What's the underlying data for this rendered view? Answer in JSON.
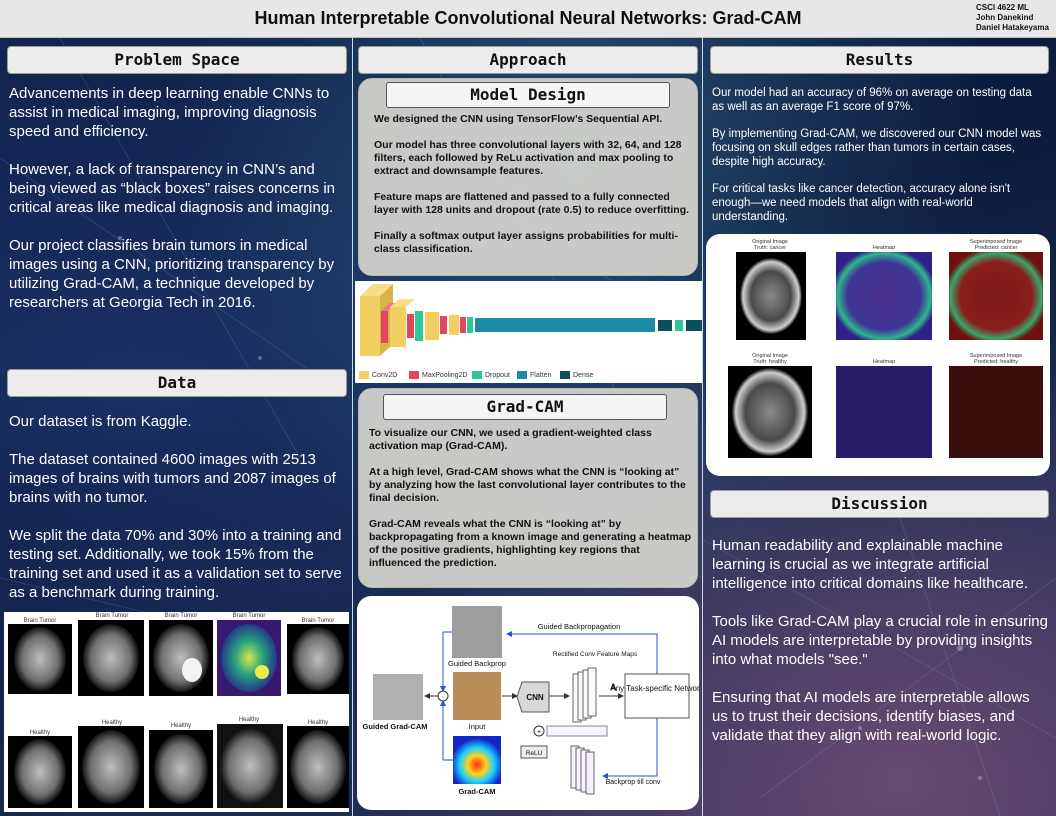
{
  "header": {
    "title": "Human Interpretable Convolutional Neural Networks: Grad-CAM",
    "course": "CSCI 4622 ML",
    "authors": [
      "John Danekind",
      "Daniel Hatakeyama"
    ]
  },
  "problem": {
    "heading": "Problem Space",
    "paragraphs": [
      "Advancements in deep learning enable CNNs to assist in medical imaging, improving diagnosis speed and efficiency.",
      "However, a lack of transparency in CNN’s and being viewed as “black boxes” raises concerns in critical areas like medical diagnosis and imaging.",
      "Our project classifies brain tumors in medical images using a CNN, prioritizing transparency by utilizing Grad-CAM, a technique developed by researchers at Georgia Tech in 2016."
    ]
  },
  "data": {
    "heading": "Data",
    "paragraphs": [
      "Our dataset is from Kaggle.",
      "The dataset contained 4600 images with 2513 images of brains with tumors and 2087 images of brains with no tumor.",
      "We split the data 70% and 30% into a training and testing set. Additionally, we took 15% from the training set and used it as a validation set to serve as a benchmark during training."
    ],
    "tumor_label": "Brain Tumor",
    "healthy_label": "Healthy"
  },
  "approach": {
    "heading": "Approach",
    "model_design": {
      "heading": "Model Design",
      "paragraphs": [
        "We designed the CNN using TensorFlow’s Sequential API.",
        "Our model has three convolutional layers with 32, 64, and 128 filters, each followed by ReLu activation and max pooling to extract and downsample features.",
        "Feature maps are flattened and passed to a fully connected layer with 128 units and dropout (rate 0.5) to reduce overfitting.",
        "Finally a softmax output layer assigns probabilities for multi-class classification."
      ]
    },
    "legend": [
      {
        "label": "Conv2D",
        "color": "#f2cf63"
      },
      {
        "label": "MaxPooling2D",
        "color": "#e0465e"
      },
      {
        "label": "Dropout",
        "color": "#2fc79a"
      },
      {
        "label": "Flatten",
        "color": "#1f8aa8"
      },
      {
        "label": "Dense",
        "color": "#0f4e5e"
      }
    ],
    "gradcam": {
      "heading": "Grad-CAM",
      "paragraphs": [
        "To visualize our CNN, we used a gradient-weighted class activation map (Grad-CAM).",
        "At a high level, Grad-CAM shows what the CNN is “looking at” by analyzing how the last convolutional layer contributes to the final decision.",
        "Grad-CAM reveals what the CNN is “looking at” by backpropagating from a known image and generating a heatmap of the positive gradients, highlighting key regions that influenced the prediction."
      ]
    },
    "diagram": {
      "guided_backprop_arrow": "Guided Backpropagation",
      "guided_backprop": "Guided Backprop",
      "rectified": "Rectified Conv Feature Maps",
      "a_label": "A",
      "cnn": "CNN",
      "task": "Any Task-specific Network",
      "input": "Input",
      "guided_gradcam": "Guided Grad-CAM",
      "gradcam": "Grad-CAM",
      "relu": "ReLU",
      "backprop_till_conv": "Backprop till conv"
    }
  },
  "results": {
    "heading": "Results",
    "paragraphs": [
      "Our model had an accuracy of 96% on average on testing data as well as an average F1 score of 97%.",
      "By implementing Grad-CAM, we discovered our CNN model was focusing on skull edges rather than tumors in certain cases, despite high accuracy.",
      "For critical tasks like cancer detection, accuracy alone isn't enough—we need models that align with real-world understanding."
    ],
    "figure": {
      "row1": [
        "Original Image",
        "Truth: cancer",
        "Heatmap",
        "Superimposed Image",
        "Predicted: cancer"
      ],
      "row2": [
        "Original Image",
        "Truth: healthy",
        "Heatmap",
        "Superimposed Image",
        "Predicted: healthy"
      ]
    }
  },
  "discussion": {
    "heading": "Discussion",
    "paragraphs": [
      "Human readability and explainable machine learning is crucial as we integrate artificial intelligence into critical domains like healthcare.",
      "Tools like Grad-CAM play a crucial role in ensuring AI models are interpretable by providing insights into what models \"see.\"",
      "Ensuring that AI models are interpretable allows us to trust their decisions, identify biases, and validate that they align with real-world logic."
    ]
  }
}
